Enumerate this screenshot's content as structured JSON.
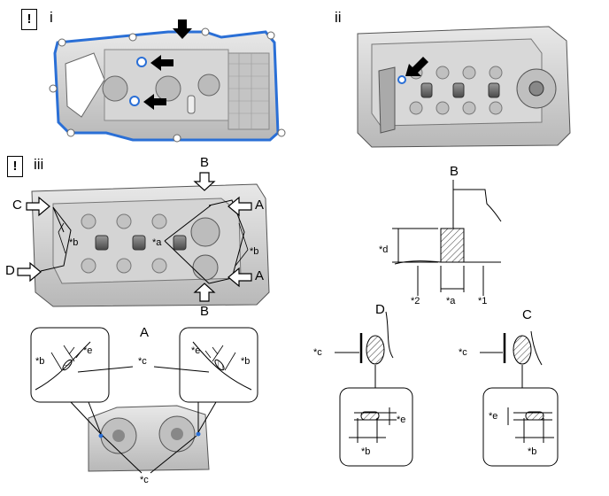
{
  "warning_icon": "!",
  "panels": {
    "i": {
      "roman": "i"
    },
    "ii": {
      "roman": "ii"
    },
    "iii": {
      "roman": "iii"
    }
  },
  "callouts": {
    "B_top": "B",
    "B_bottom": "B",
    "A_upper": "A",
    "A_lower": "A",
    "C": "C",
    "D": "D",
    "b_left": "*b",
    "a_mid": "*a",
    "b_right": "*b"
  },
  "detail_A": {
    "title": "A",
    "c_center": "*c",
    "c_bottom": "*c",
    "left_b": "*b",
    "left_e": "*e",
    "right_e": "*e",
    "right_b": "*b"
  },
  "section_B": {
    "title": "B",
    "d": "*d",
    "a": "*a",
    "n2": "*2",
    "n1": "*1"
  },
  "detail_D": {
    "title": "D",
    "c": "*c",
    "e": "*e",
    "b": "*b"
  },
  "detail_C": {
    "title": "C",
    "c": "*c",
    "e": "*e",
    "b": "*b"
  },
  "colors": {
    "seal_blue": "#2a6fd6",
    "metal": "#cfcfcf",
    "shadow": "#8a8a8a"
  }
}
